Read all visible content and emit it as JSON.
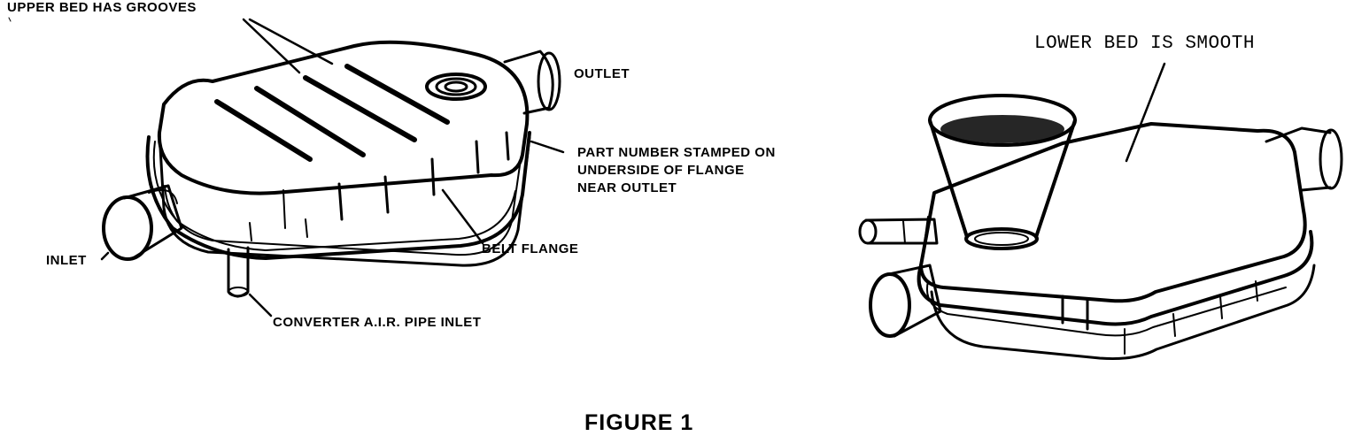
{
  "figure": {
    "caption": "FIGURE 1",
    "left_view": {
      "labels": {
        "upper_bed": "UPPER BED HAS GROOVES",
        "outlet": "OUTLET",
        "part_number_line1": "PART NUMBER STAMPED ON",
        "part_number_line2": "UNDERSIDE OF FLANGE",
        "part_number_line3": "NEAR OUTLET",
        "belt_flange": "BELT FLANGE",
        "inlet": "INLET",
        "air_pipe": "CONVERTER A.I.R. PIPE INLET"
      }
    },
    "right_view": {
      "labels": {
        "lower_bed": "LOWER BED IS SMOOTH"
      }
    }
  }
}
